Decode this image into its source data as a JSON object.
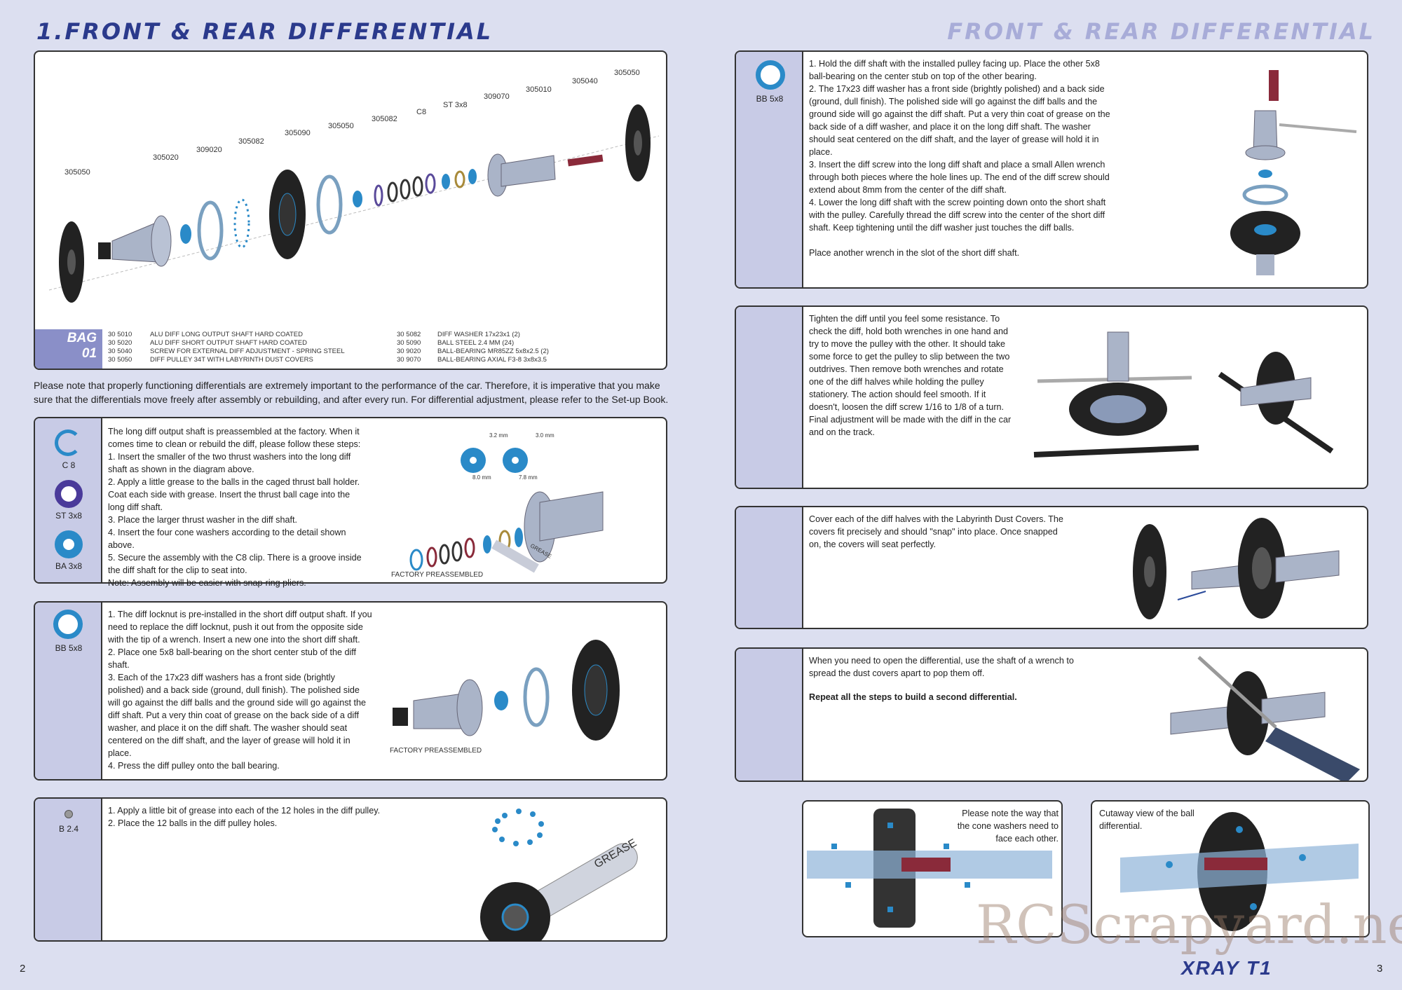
{
  "header": {
    "left_title": "1.FRONT & REAR DIFFERENTIAL",
    "right_title": "FRONT & REAR DIFFERENTIAL"
  },
  "exploded": {
    "callouts": [
      "305050",
      "305020",
      "309020",
      "305082",
      "305090",
      "305050",
      "305082",
      "C8",
      "ST 3x8",
      "309070",
      "305010",
      "305040",
      "305050"
    ]
  },
  "bag": {
    "tag_line1": "BAG",
    "tag_line2": "01",
    "parts_left": [
      {
        "code": "30 5010",
        "desc": "ALU DIFF LONG OUTPUT SHAFT HARD COATED"
      },
      {
        "code": "30 5020",
        "desc": "ALU DIFF SHORT OUTPUT SHAFT HARD COATED"
      },
      {
        "code": "30 5040",
        "desc": "SCREW FOR EXTERNAL DIFF ADJUSTMENT - SPRING STEEL"
      },
      {
        "code": "30 5050",
        "desc": "DIFF PULLEY 34T WITH LABYRINTH DUST COVERS"
      }
    ],
    "parts_right": [
      {
        "code": "30 5082",
        "desc": "DIFF WASHER 17x23x1  (2)"
      },
      {
        "code": "30 5090",
        "desc": "BALL STEEL 2.4 MM  (24)"
      },
      {
        "code": "30 9020",
        "desc": "BALL-BEARING MR85ZZ 5x8x2.5  (2)"
      },
      {
        "code": "30 9070",
        "desc": "BALL-BEARING AXIAL F3-8 3x8x3.5"
      }
    ]
  },
  "note": "Please note that properly functioning differentials are extremely important to the performance of the car.  Therefore, it is imperative that you make sure that the differentials move freely after assembly or rebuilding, and after every run.  For differential adjustment, please refer to the Set-up Book.",
  "step1": {
    "icons": [
      "C 8",
      "ST 3x8",
      "BA 3x8"
    ],
    "text": "The long diff output shaft is preassembled at the factory. When it comes time to clean or rebuild the diff, please follow these steps:\n1. Insert the smaller of the two thrust washers into the long diff shaft as shown in the diagram above.\n2. Apply a little grease to the balls in the caged thrust ball holder. Coat each side with grease. Insert the thrust ball cage into the long diff shaft.\n3. Place the larger thrust washer in the diff shaft.\n4. Insert the four cone washers according to the detail shown above.\n5. Secure the assembly with the C8 clip. There is a groove inside the diff shaft for the clip to seat into.\nNote: Assembly will be easier with snap-ring pliers.",
    "caption": "FACTORY PREASSEMBLED",
    "dim1": "3.2 mm",
    "dim2": "3.0 mm",
    "dim3": "8.0 mm",
    "dim4": "7.8 mm",
    "grease": "GREASE"
  },
  "step2": {
    "icons": [
      "BB 5x8"
    ],
    "text": "1. The diff locknut is pre-installed in the short diff output shaft. If you need to replace the diff locknut, push it out from the opposite side with the tip of a wrench. Insert a new one into the short diff shaft.\n2. Place one 5x8 ball-bearing on the short center stub of the diff shaft.\n3. Each of the 17x23 diff washers has a front side (brightly polished) and a back side (ground, dull finish). The polished side will go against the diff balls and the ground side will go against the diff shaft. Put a very thin coat of grease on the back side of a diff washer, and place it on the diff shaft. The washer should seat centered on the diff shaft, and the layer of grease will hold it in place.\n4. Press the diff pulley onto the ball bearing.",
    "caption": "FACTORY PREASSEMBLED"
  },
  "step3": {
    "icons": [
      "B 2.4"
    ],
    "text": "1. Apply a little bit of grease into each of the 12 holes in the diff pulley.\n2. Place the 12 balls in the diff pulley holes.",
    "grease": "GREASE"
  },
  "step4": {
    "icons": [
      "BB 5x8"
    ],
    "text": "1. Hold the diff shaft with the installed pulley facing up. Place the other 5x8 ball-bearing on the center stub on top of the other bearing.\n2. The 17x23 diff washer has a front side (brightly polished) and a back side (ground, dull finish). The polished side will go against the diff balls and the ground side will go against the diff shaft. Put a very thin coat of grease on the back side of a diff washer, and place it on the long diff shaft. The washer should seat centered on the diff shaft, and the layer of grease will hold it in place.\n3. Insert the diff screw into the long diff shaft and place a small Allen wrench through both pieces where the hole lines up. The end of the diff screw should extend about 8mm from the center of the diff shaft.\n4. Lower the long diff shaft with the screw pointing down onto the short shaft with the pulley. Carefully thread the diff screw into the center of the short diff shaft. Keep tightening until the diff washer just touches the diff balls.\n\nPlace another wrench in the slot of the short diff shaft."
  },
  "step5": {
    "text": "Tighten the diff until you feel some resistance. To check the diff, hold both wrenches in one hand and try to move the pulley with the other. It should take some force to get the pulley to slip between the two outdrives. Then remove both wrenches and rotate one of the diff halves while holding the pulley stationery. The action should feel smooth. If it doesn't, loosen the diff screw 1/16 to 1/8 of a turn. Final adjustment will be made with the diff in the car and on the track."
  },
  "step6": {
    "text": "Cover each of the diff halves with the Labyrinth Dust Covers. The covers fit precisely and should \"snap\" into place. Once snapped on, the covers will seat perfectly."
  },
  "step7": {
    "text": "When you need to open the differential, use the shaft of a wrench to spread the dust covers apart to pop them off.",
    "bold": "Repeat all the steps to build a second differential."
  },
  "cut1": {
    "text": "Please note the way that the cone washers need to face each other."
  },
  "cut2": {
    "text": "Cutaway view of the ball differential."
  },
  "footer": {
    "page_left": "2",
    "page_right": "3",
    "logo": "XRAY T1",
    "watermark": "RCScrapyard.net"
  },
  "colors": {
    "accent": "#2b3a8c",
    "part_blue": "#2a8ac8",
    "icon_bg": "#c8cbe6"
  }
}
